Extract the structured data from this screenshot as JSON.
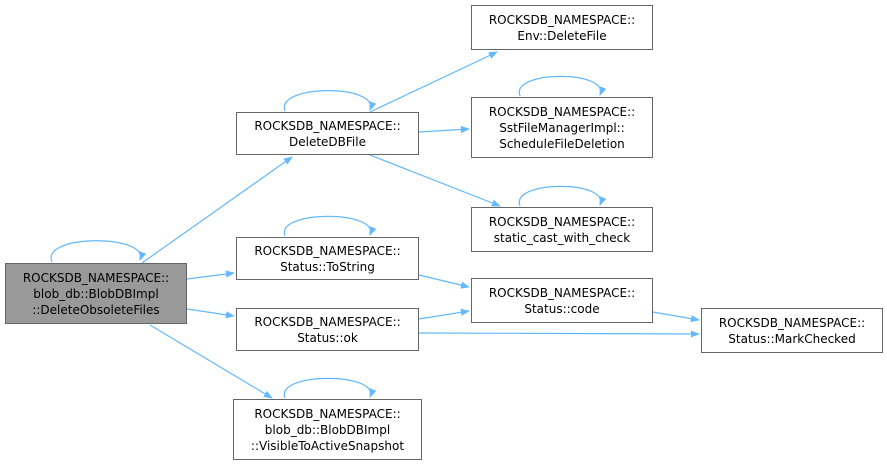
{
  "colors": {
    "edge": "#63b8ff",
    "node_border": "#666666",
    "root_fill": "#999999"
  },
  "nodes": {
    "delete_obsolete_files": {
      "lines": [
        "ROCKSDB_NAMESPACE::",
        "blob_db::BlobDBImpl",
        "::DeleteObsoleteFiles"
      ]
    },
    "delete_db_file": {
      "lines": [
        "ROCKSDB_NAMESPACE::",
        "DeleteDBFile"
      ]
    },
    "status_to_string": {
      "lines": [
        "ROCKSDB_NAMESPACE::",
        "Status::ToString"
      ]
    },
    "status_ok": {
      "lines": [
        "ROCKSDB_NAMESPACE::",
        "Status::ok"
      ]
    },
    "visible_to_active_snapshot": {
      "lines": [
        "ROCKSDB_NAMESPACE::",
        "blob_db::BlobDBImpl",
        "::VisibleToActiveSnapshot"
      ]
    },
    "env_delete_file": {
      "lines": [
        "ROCKSDB_NAMESPACE::",
        "Env::DeleteFile"
      ]
    },
    "schedule_file_deletion": {
      "lines": [
        "ROCKSDB_NAMESPACE::",
        "SstFileManagerImpl::",
        "ScheduleFileDeletion"
      ]
    },
    "static_cast_with_check": {
      "lines": [
        "ROCKSDB_NAMESPACE::",
        "static_cast_with_check"
      ]
    },
    "status_code": {
      "lines": [
        "ROCKSDB_NAMESPACE::",
        "Status::code"
      ]
    },
    "status_mark_checked": {
      "lines": [
        "ROCKSDB_NAMESPACE::",
        "Status::MarkChecked"
      ]
    }
  }
}
